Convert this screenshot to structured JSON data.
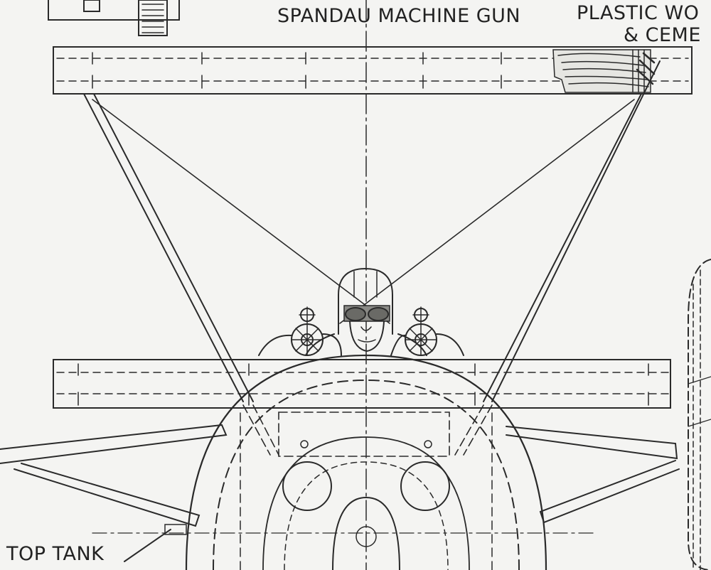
{
  "labels": {
    "spandau": "SPANDAU MACHINE GUN",
    "plastic_line1": "PLASTIC WO",
    "plastic_line2": "& CEME",
    "top_tank": "TOP TANK"
  },
  "colors": {
    "paper": "#f4f4f2",
    "ink": "#2a2a2a"
  }
}
